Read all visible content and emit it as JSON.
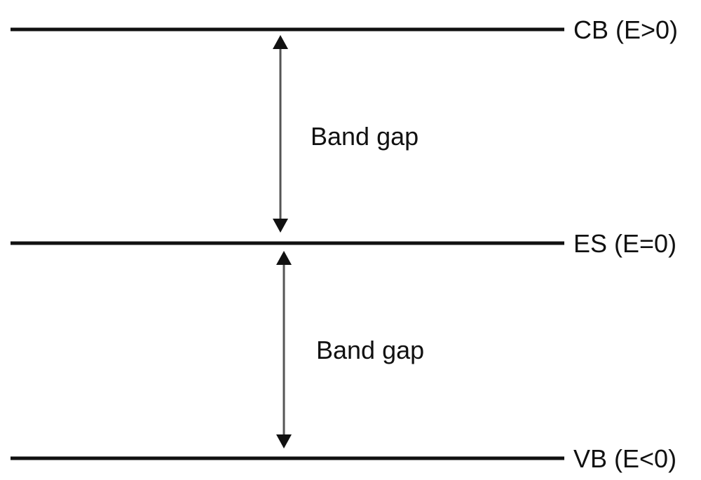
{
  "levels": {
    "cb": "CB (E>0)",
    "es": "ES (E=0)",
    "vb": "VB (E<0)"
  },
  "gaps": {
    "upper": "Band gap",
    "lower": "Band gap"
  },
  "colors": {
    "line": "#111111",
    "arrow_shaft": "#555555",
    "arrow_head": "#111111",
    "background": "#ffffff"
  }
}
